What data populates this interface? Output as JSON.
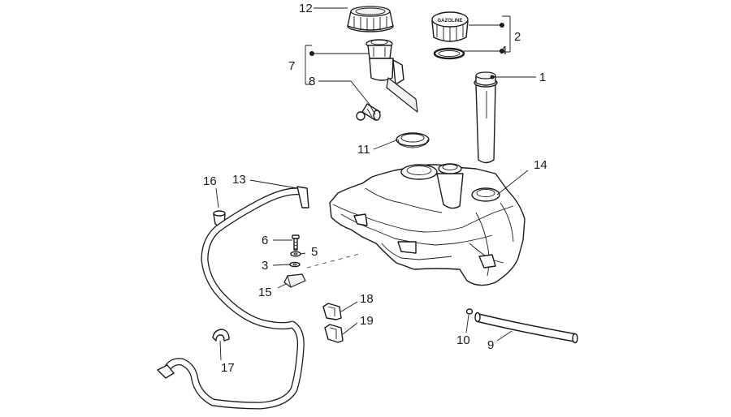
{
  "labels": {
    "p1": "1",
    "p2": "2",
    "p3": "3",
    "p4": "4",
    "p5": "5",
    "p6": "6",
    "p7": "7",
    "p8": "8",
    "p9": "9",
    "p10": "10",
    "p11": "11",
    "p12": "12",
    "p13": "13",
    "p14": "14",
    "p15": "15",
    "p16": "16",
    "p17": "17",
    "p18": "18",
    "p19": "19"
  },
  "cap_text": "GAZOLINE"
}
